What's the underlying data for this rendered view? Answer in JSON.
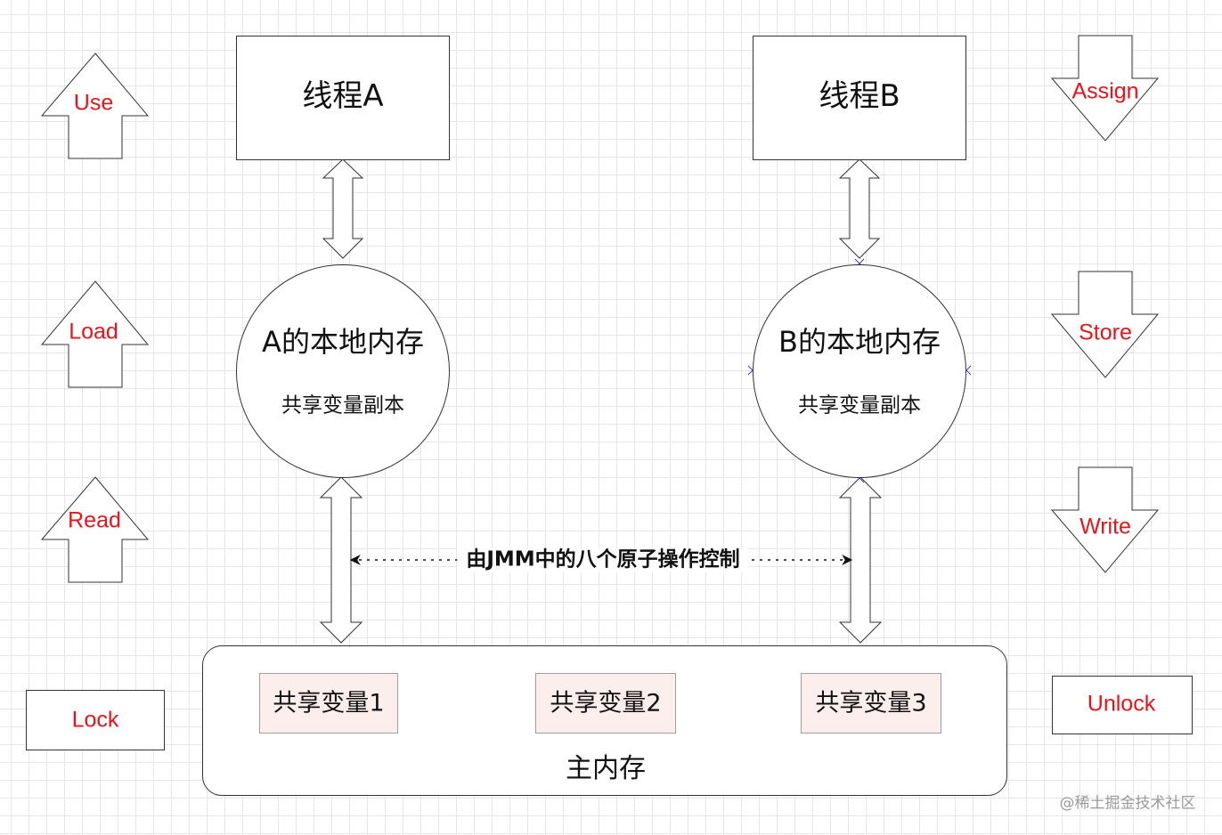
{
  "threads": {
    "a": {
      "title": "线程A"
    },
    "b": {
      "title": "线程B"
    }
  },
  "local_memory": {
    "a": {
      "title": "A的本地内存",
      "subtitle": "共享变量副本"
    },
    "b": {
      "title": "B的本地内存",
      "subtitle": "共享变量副本"
    }
  },
  "jmm_label": "由JMM中的八个原子操作控制",
  "main_memory": {
    "title": "主内存",
    "variables": [
      "共享变量1",
      "共享变量2",
      "共享变量3"
    ]
  },
  "operations": {
    "left": [
      "Use",
      "Load",
      "Read",
      "Lock"
    ],
    "right": [
      "Assign",
      "Store",
      "Write",
      "Unlock"
    ]
  },
  "watermark": "@稀土掘金技术社区",
  "colors": {
    "operation_text": "#e8141b",
    "variable_fill": "#fdeeee",
    "marker": "#3d3dbf"
  }
}
